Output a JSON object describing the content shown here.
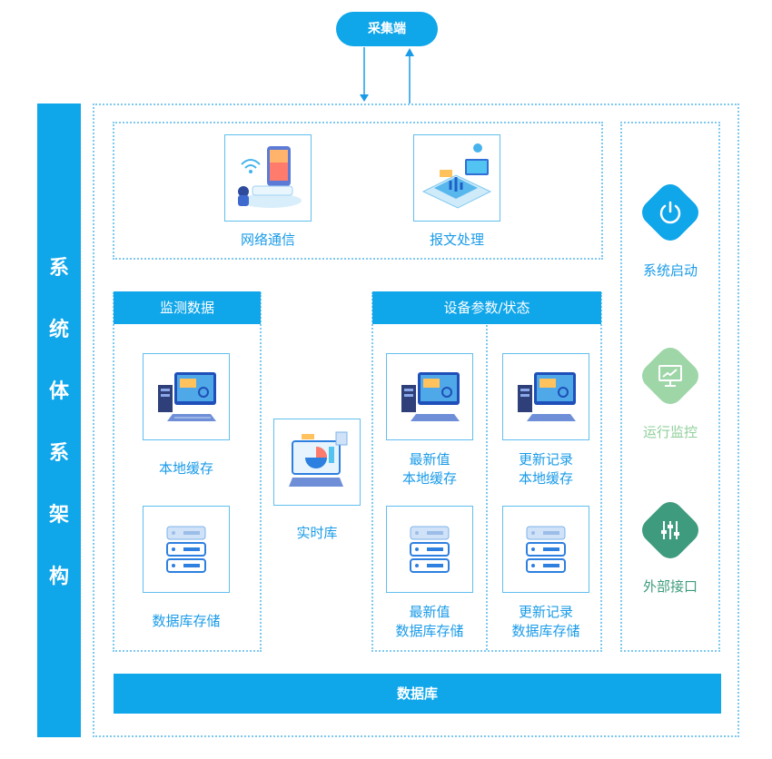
{
  "top_node": "采集端",
  "sidebar_chars": [
    "系",
    "统",
    "体",
    "系",
    "架",
    "构"
  ],
  "top_panel": {
    "network": "网络通信",
    "message": "报文处理"
  },
  "monitor": {
    "header": "监测数据",
    "local_cache": "本地缓存",
    "db_store": "数据库存储"
  },
  "realtime": "实时库",
  "device": {
    "header": "设备参数/状态",
    "latest_local": [
      "最新值",
      "本地缓存"
    ],
    "update_local": [
      "更新记录",
      "本地缓存"
    ],
    "latest_db": [
      "最新值",
      "数据库存储"
    ],
    "update_db": [
      "更新记录",
      "数据库存储"
    ]
  },
  "right_panel": {
    "start": "系统启动",
    "monitor": "运行监控",
    "iface": "外部接口"
  },
  "database": "数据库",
  "colors": {
    "primary": "#0fa6ea",
    "green_light": "#9ed6a8",
    "green_dark": "#3e9b7e"
  }
}
